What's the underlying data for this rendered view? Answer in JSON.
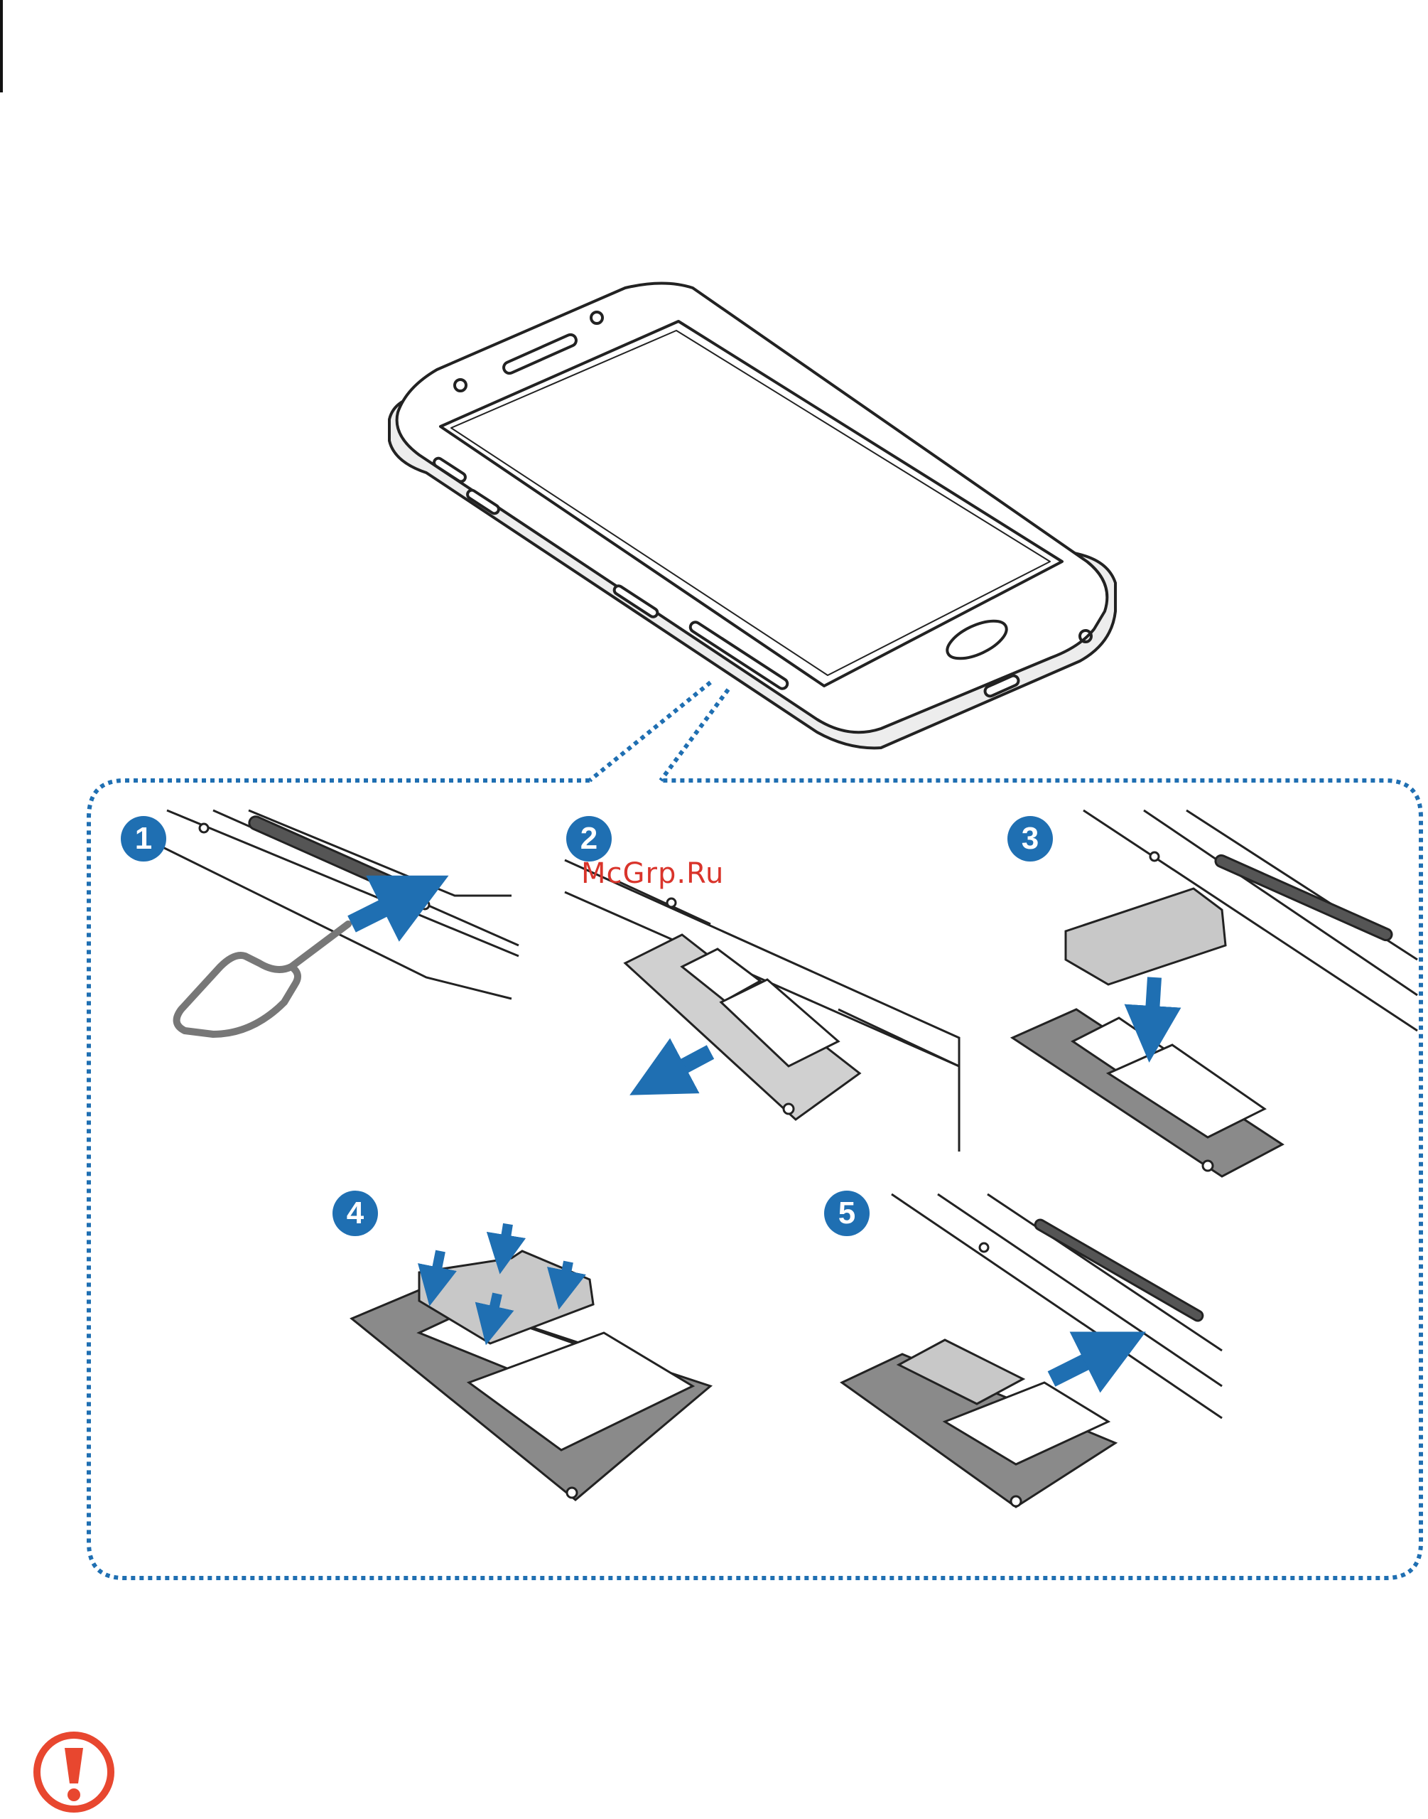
{
  "watermark": "McGrp.Ru",
  "steps": [
    {
      "number": "1"
    },
    {
      "number": "2"
    },
    {
      "number": "3"
    },
    {
      "number": "4"
    },
    {
      "number": "5"
    }
  ],
  "colors": {
    "accent_blue": "#1f6fb2",
    "warning_red": "#e8472f",
    "outline": "#222222",
    "tray_gray": "#8a8a8a",
    "card_gray": "#c8c8c8"
  },
  "icons": {
    "warning": "warning-icon",
    "ejection_pin": "ejection-pin-icon",
    "direction_arrow": "arrow-icon"
  }
}
